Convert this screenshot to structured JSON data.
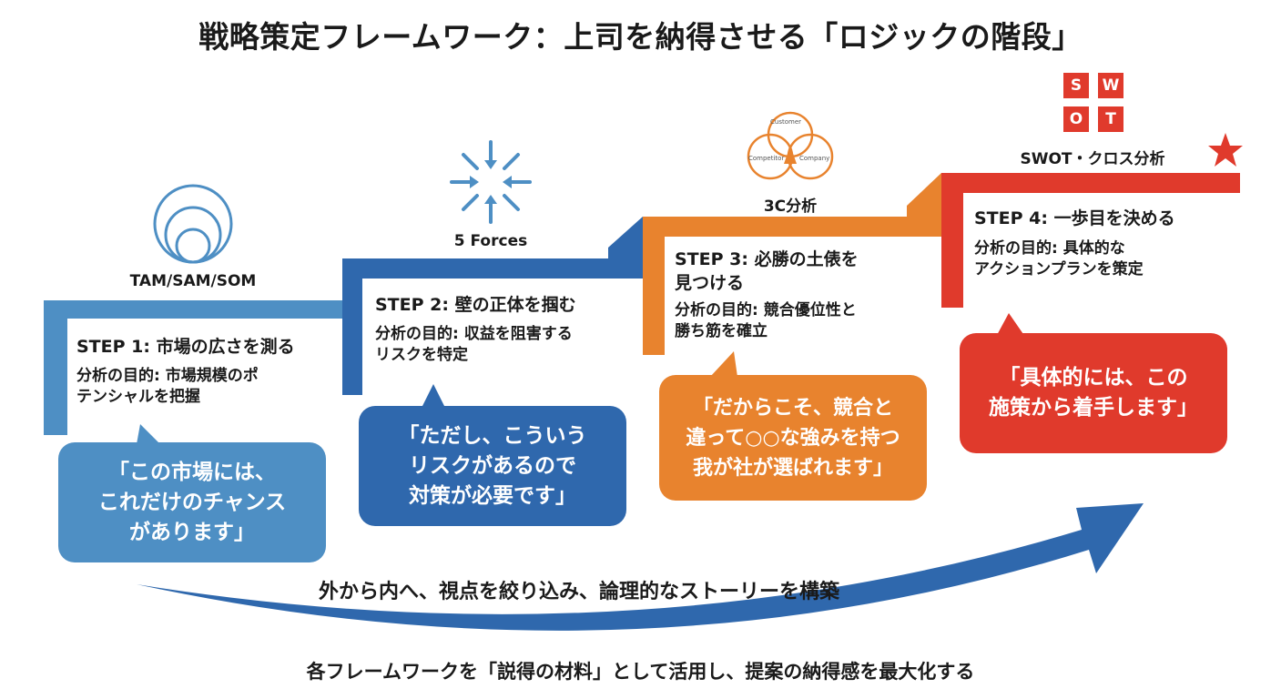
{
  "title": "戦略策定フレームワーク：上司を納得させる「ロジックの階段」",
  "colors": {
    "step1": "#4e8fc4",
    "step2": "#2f68ad",
    "step3": "#e8832e",
    "step4": "#e03a2c",
    "arrow": "#2f68ad"
  },
  "steps": [
    {
      "framework": "TAM/SAM/SOM",
      "icon": "concentric-circles-icon",
      "title": "STEP 1: 市場の広さを測る",
      "desc_line1": "分析の目的: 市場規模のポ",
      "desc_line2": "テンシャルを把握",
      "bubble_line1": "「この市場には、",
      "bubble_line2": "これだけのチャンス",
      "bubble_line3": "があります」"
    },
    {
      "framework": "5 Forces",
      "icon": "converging-arrows-icon",
      "title": "STEP 2: 壁の正体を掴む",
      "desc_line1": "分析の目的: 収益を阻害する",
      "desc_line2": "リスクを特定",
      "bubble_line1": "「ただし、こういう",
      "bubble_line2": "リスクがあるので",
      "bubble_line3": "対策が必要です」"
    },
    {
      "framework": "3C分析",
      "icon": "venn-diagram-icon",
      "venn_labels": [
        "Customer",
        "Competitor",
        "Company"
      ],
      "title_line1": "STEP 3: 必勝の土俵を",
      "title_line2": "見つける",
      "desc_line1": "分析の目的: 競合優位性と",
      "desc_line2": "勝ち筋を確立",
      "bubble_line1": "「だからこそ、競合と",
      "bubble_line2": "違って○○な強みを持つ",
      "bubble_line3": "我が社が選ばれます」"
    },
    {
      "framework": "SWOT・クロス分析",
      "icon": "swot-grid-icon",
      "swot_letters": [
        "S",
        "W",
        "O",
        "T"
      ],
      "title": "STEP 4: 一歩目を決める",
      "desc_line1": "分析の目的: 具体的な",
      "desc_line2": "アクションプランを策定",
      "bubble_line1": "「具体的には、この",
      "bubble_line2": "施策から着手します」"
    }
  ],
  "story": "外から内へ、視点を絞り込み、論理的なストーリーを構築",
  "footer": "各フレームワークを「説得の材料」として活用し、提案の納得感を最大化する"
}
